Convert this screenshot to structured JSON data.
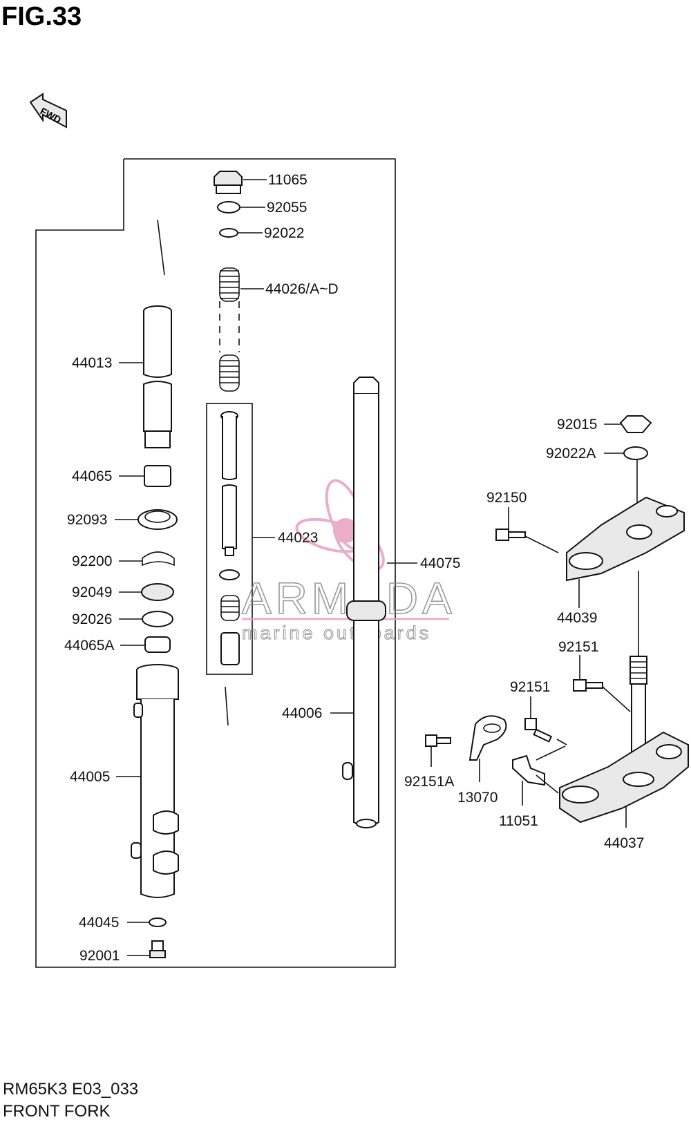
{
  "figure": {
    "title": "FIG.33",
    "fwd_label": "FWD",
    "code": "RM65K3 E03_033",
    "name": "FRONT FORK"
  },
  "watermark": {
    "brand": "ARMADA",
    "tagline": "marine outboards",
    "color": "#e8a0c0"
  },
  "parts": [
    {
      "id": "p-11065",
      "label": "11065"
    },
    {
      "id": "p-92055",
      "label": "92055"
    },
    {
      "id": "p-92022",
      "label": "92022"
    },
    {
      "id": "p-44026",
      "label": "44026/A~D"
    },
    {
      "id": "p-44013",
      "label": "44013"
    },
    {
      "id": "p-44065",
      "label": "44065"
    },
    {
      "id": "p-92093",
      "label": "92093"
    },
    {
      "id": "p-44023",
      "label": "44023"
    },
    {
      "id": "p-92200",
      "label": "92200"
    },
    {
      "id": "p-44075",
      "label": "44075"
    },
    {
      "id": "p-92049",
      "label": "92049"
    },
    {
      "id": "p-92026",
      "label": "92026"
    },
    {
      "id": "p-44065A",
      "label": "44065A"
    },
    {
      "id": "p-44006",
      "label": "44006"
    },
    {
      "id": "p-44005",
      "label": "44005"
    },
    {
      "id": "p-44045",
      "label": "44045"
    },
    {
      "id": "p-92001",
      "label": "92001"
    },
    {
      "id": "p-92015",
      "label": "92015"
    },
    {
      "id": "p-92022A",
      "label": "92022A"
    },
    {
      "id": "p-92150",
      "label": "92150"
    },
    {
      "id": "p-44039",
      "label": "44039"
    },
    {
      "id": "p-92151a",
      "label": "92151"
    },
    {
      "id": "p-92151b",
      "label": "92151"
    },
    {
      "id": "p-92151A",
      "label": "92151A"
    },
    {
      "id": "p-13070",
      "label": "13070"
    },
    {
      "id": "p-11051",
      "label": "11051"
    },
    {
      "id": "p-44037",
      "label": "44037"
    }
  ]
}
